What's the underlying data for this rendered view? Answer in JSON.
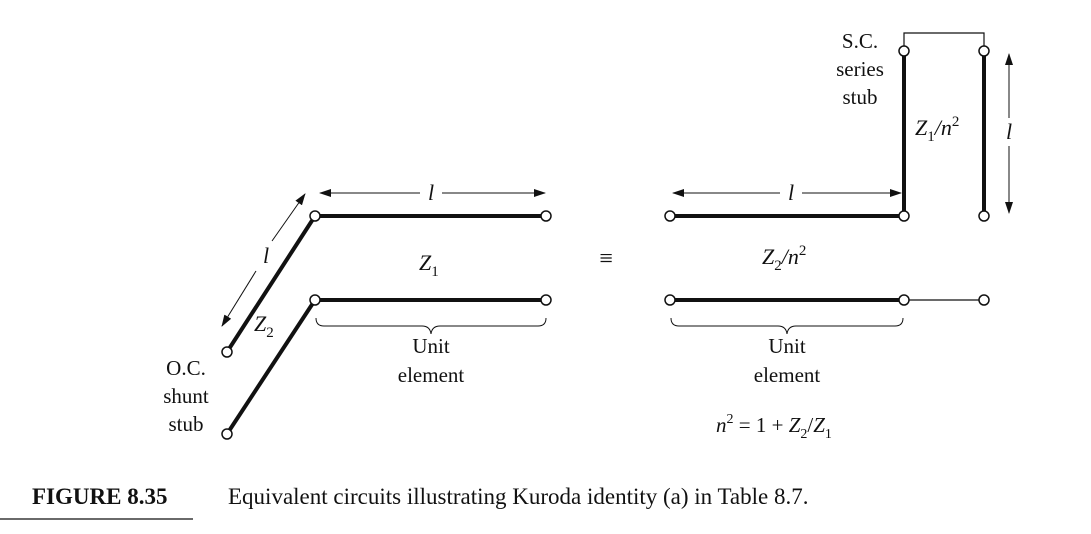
{
  "left_circuit": {
    "oc_stub_label": [
      "O.C.",
      "shunt",
      "stub"
    ],
    "stub_impedance": {
      "main": "Z",
      "sub": "2"
    },
    "line_impedance": {
      "main": "Z",
      "sub": "1"
    },
    "length_top": "l",
    "length_diag": "l",
    "unit_element_label": [
      "Unit",
      "element"
    ]
  },
  "equivalence_symbol": "≡",
  "right_circuit": {
    "sc_stub_label": [
      "S.C.",
      "series",
      "stub"
    ],
    "stub_impedance": {
      "main": "Z",
      "sub": "1",
      "rest": "/n",
      "sup": "2"
    },
    "line_impedance": {
      "main": "Z",
      "sub": "2",
      "rest": "/n",
      "sup": "2"
    },
    "length_top": "l",
    "length_stub": "l",
    "unit_element_label": [
      "Unit",
      "element"
    ],
    "relation": {
      "n": "n",
      "sup": "2",
      "eq": " = 1 + ",
      "z2": "Z",
      "z2sub": "2",
      "slash": "/",
      "z1": "Z",
      "z1sub": "1"
    }
  },
  "caption": {
    "number": "FIGURE 8.35",
    "text": "Equivalent circuits illustrating Kuroda identity (a) in Table 8.7."
  }
}
